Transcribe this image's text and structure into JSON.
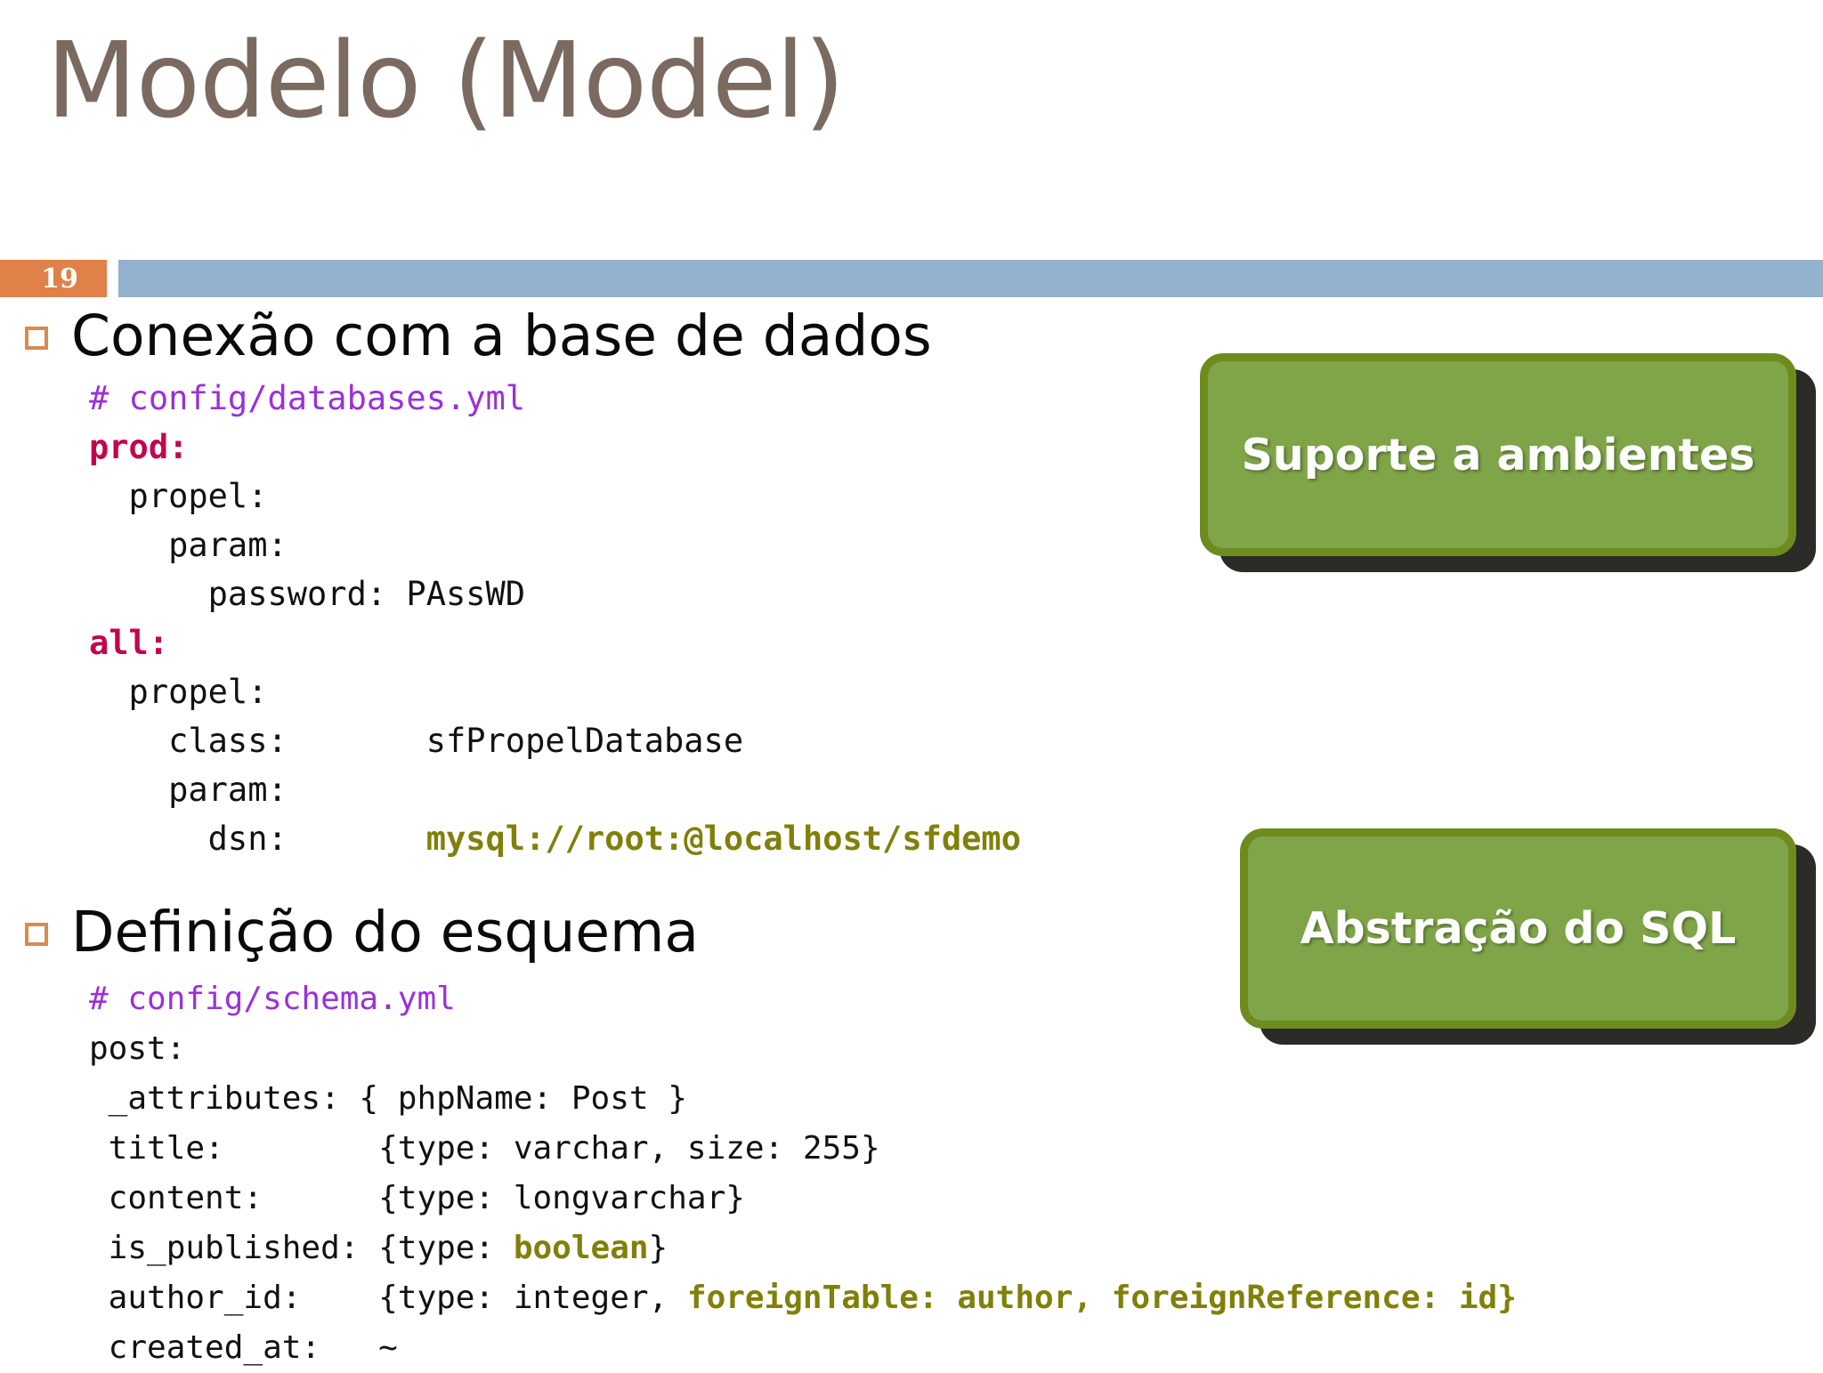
{
  "slide": {
    "title": "Modelo (Model)",
    "page_number": "19",
    "accent_orange": "#E0814A",
    "accent_blue": "#92B2CD",
    "title_color": "#7A6A5F",
    "callout_fill": "#7FA548",
    "callout_border": "#6E8B1E"
  },
  "bullets": [
    {
      "label": "Conexão com a base de dados"
    },
    {
      "label": "Definição do esquema"
    }
  ],
  "code_blocks": {
    "databases_yml": {
      "comment": "# config/databases.yml",
      "lines": [
        {
          "indent": 0,
          "text": "prod:",
          "style": "key"
        },
        {
          "indent": 1,
          "text": "propel:",
          "style": "plain"
        },
        {
          "indent": 2,
          "text": "param:",
          "style": "plain"
        },
        {
          "indent": 3,
          "text": "password: PAssWD",
          "style": "plain"
        },
        {
          "indent": 0,
          "text": "all:",
          "style": "key"
        },
        {
          "indent": 1,
          "text": "propel:",
          "style": "plain"
        },
        {
          "indent": 2,
          "text": "class:        sfPropelDatabase",
          "style": "plain"
        },
        {
          "indent": 2,
          "text": "param:",
          "style": "plain"
        },
        {
          "indent": 3,
          "text": "dsn:        mysql://root:@localhost/sfdemo",
          "style": "value"
        }
      ],
      "dsn_label": "dsn:",
      "dsn_value": "mysql://root:@localhost/sfdemo"
    },
    "schema_yml": {
      "comment": "# config/schema.yml",
      "lines": [
        "post:",
        " _attributes: { phpName: Post }",
        " title:        {type: varchar, size: 255}",
        " content:      {type: longvarchar}",
        " is_published: {type: boolean}",
        " author_id:    {type: integer, foreignTable: author, foreignReference: id}",
        " created_at:   ~"
      ]
    }
  },
  "callouts": [
    {
      "label": "Suporte a ambientes"
    },
    {
      "label": "Abstração do SQL"
    }
  ]
}
